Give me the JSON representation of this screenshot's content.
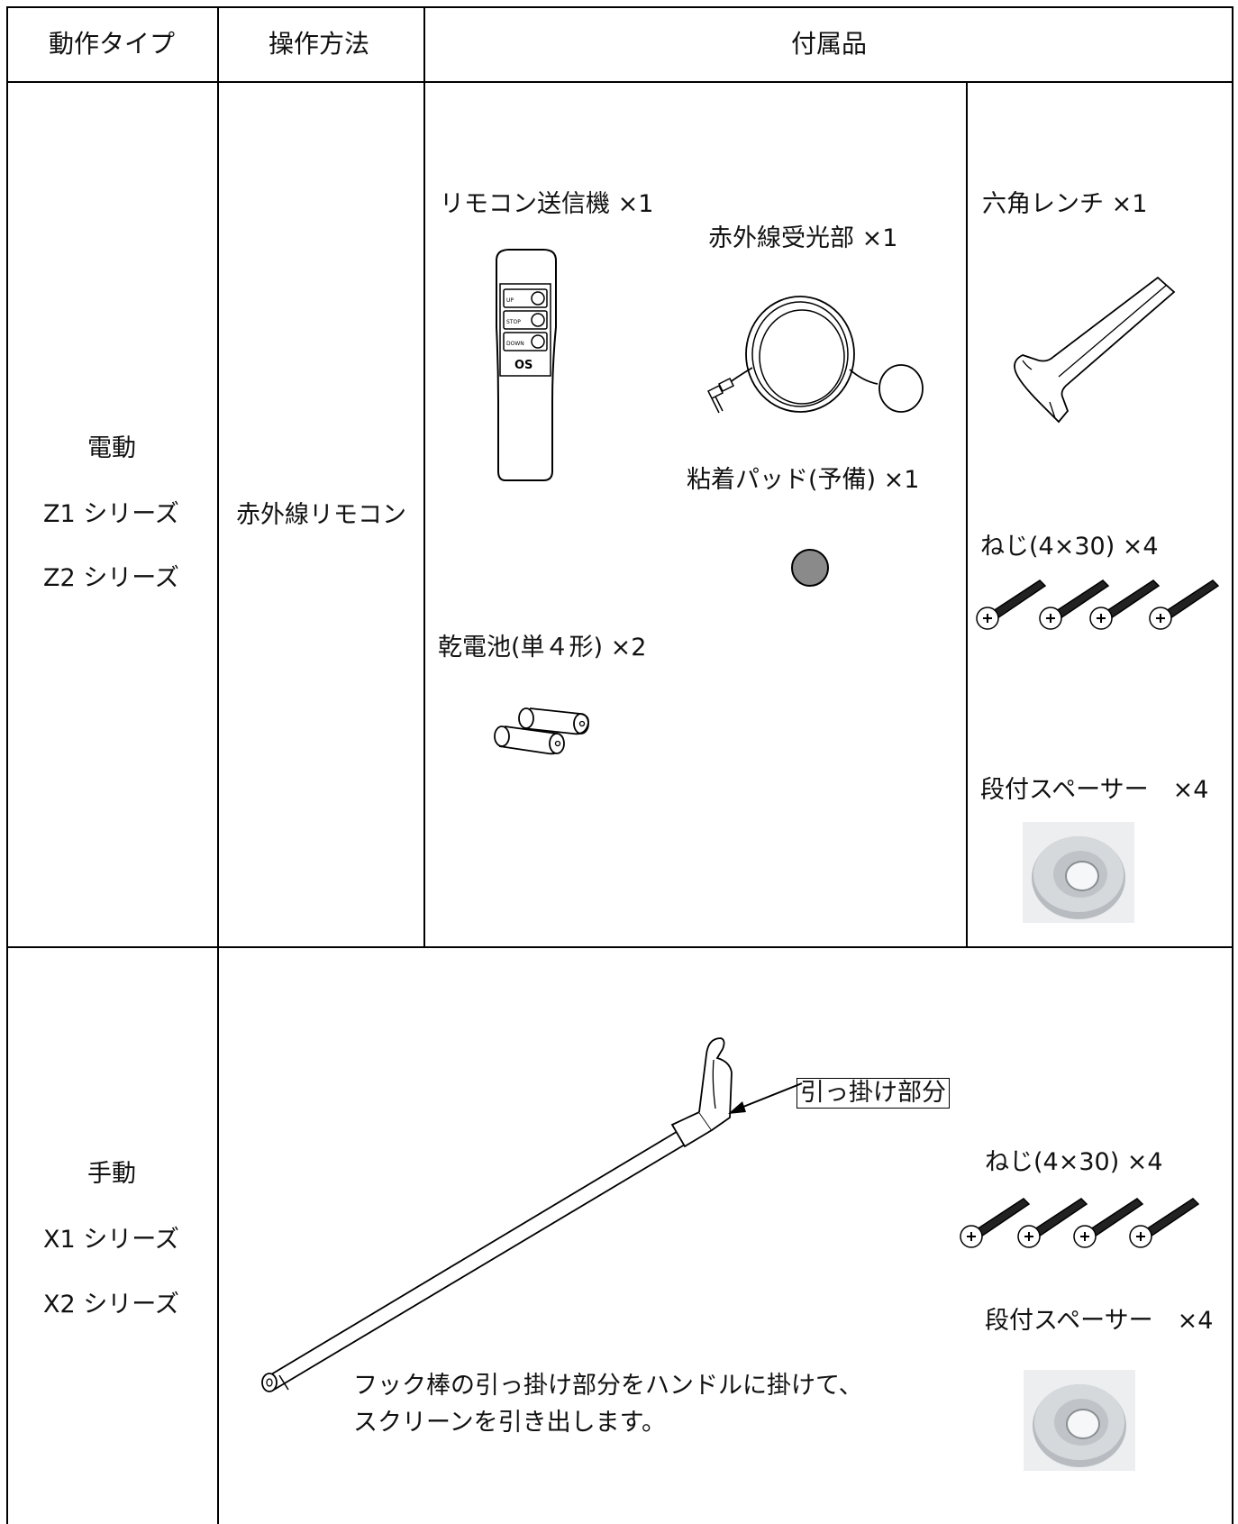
{
  "header": {
    "col_type": "動作タイプ",
    "col_method": "操作方法",
    "col_accessories": "付属品"
  },
  "rows": [
    {
      "type_lines": [
        "電動",
        "Z1 シリーズ",
        "Z2 シリーズ"
      ],
      "method": "赤外線リモコン",
      "items": {
        "remote": "リモコン送信機 ×1",
        "receiver": "赤外線受光部 ×1",
        "pad": "粘着パッド(予備) ×1",
        "battery": "乾電池(単４形) ×2",
        "wrench": "六角レンチ ×1",
        "screws": "ねじ(4×30) ×4",
        "spacer": "段付スペーサー　×4"
      },
      "remote_buttons": [
        "UP",
        "STOP",
        "DOWN"
      ],
      "remote_logo": "OS"
    },
    {
      "type_lines": [
        "手動",
        "X1 シリーズ",
        "X2 シリーズ"
      ],
      "hook_label": "引っ掛け部分",
      "instruction_lines": [
        "フック棒の引っ掛け部分をハンドルに掛けて、",
        "スクリーンを引き出します。"
      ],
      "items": {
        "screws": "ねじ(4×30) ×4",
        "spacer": "段付スペーサー　×4"
      }
    }
  ],
  "colors": {
    "border": "#000000",
    "pad_fill": "#8a8a8a",
    "spacer_metal": "#c4c8cc"
  }
}
